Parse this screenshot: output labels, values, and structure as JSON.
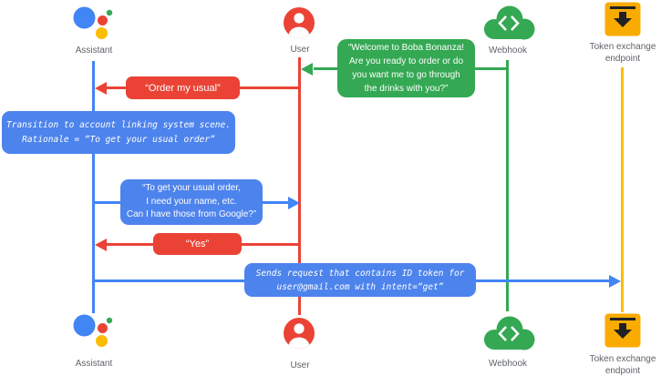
{
  "actors": {
    "assistant": {
      "label": "Assistant",
      "icon": "google-assistant-logo",
      "color": "#4285F4"
    },
    "user": {
      "label": "User",
      "icon": "account-circle",
      "color": "#EA4335"
    },
    "webhook": {
      "label": "Webhook",
      "icon": "cloud-code",
      "color": "#34A853"
    },
    "token_endpoint": {
      "label": "Token exchange\nendpoint",
      "icon": "download-inbox",
      "color": "#F9AB00"
    }
  },
  "messages": {
    "welcome": {
      "from": "Webhook",
      "to": "User",
      "style": "speech",
      "text": "“Welcome to Boba Bonanza!\nAre you ready to order or do\nyou want me to go through\nthe drinks with you?”"
    },
    "order_my_usual": {
      "from": "User",
      "to": "Assistant",
      "style": "speech",
      "text": "“Order my usual”"
    },
    "transition_note": {
      "on": "Assistant",
      "style": "system-note",
      "text": "Transition to account linking system scene.\nRationale = “To get your usual order”"
    },
    "ask_permission": {
      "from": "Assistant",
      "to": "User",
      "style": "speech",
      "text": "“To get your usual order,\nI need your name, etc.\nCan I have those from Google?”"
    },
    "yes": {
      "from": "User",
      "to": "Assistant",
      "style": "speech",
      "text": "“Yes”"
    },
    "sends_request": {
      "from": "Assistant",
      "to": "Token exchange endpoint",
      "style": "system-note",
      "text": "Sends request that contains ID token for\nuser@gmail.com with intent=“get”"
    }
  },
  "colors": {
    "google_blue": "#4285F4",
    "google_red": "#EA4335",
    "google_green": "#34A853",
    "google_yellow": "#FBBC04",
    "token_icon_yellow": "#F9AB00",
    "note_box_blue": "#4D83EC",
    "label_gray": "#5F6368"
  }
}
